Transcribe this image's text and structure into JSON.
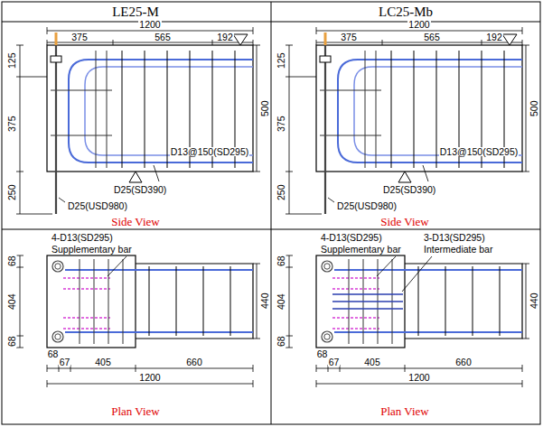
{
  "diagram": {
    "labels": [
      "LE25-M",
      "LC25-Mb",
      "1200",
      "375",
      "565",
      "192",
      "125",
      "375",
      "500",
      "250",
      "D13@150(SD295)",
      "D25(USD980)",
      "D25(SD390)",
      "Side View",
      "1200",
      "375",
      "565",
      "192",
      "125",
      "375",
      "500",
      "250",
      "D13@150(SD295)",
      "D25(USD980)",
      "D25(SD390)",
      "Side View",
      "4-D13(SD295)",
      "Supplementary bar",
      "68",
      "404",
      "68",
      "440",
      "68",
      "67",
      "405",
      "660",
      "1200",
      "Plan View",
      "4-D13(SD295)",
      "Supplementary bar",
      "3-D13(SD295)",
      "Intermediate bar",
      "68",
      "404",
      "68",
      "440",
      "68",
      "67",
      "405",
      "660",
      "1200",
      "Plan View"
    ]
  }
}
